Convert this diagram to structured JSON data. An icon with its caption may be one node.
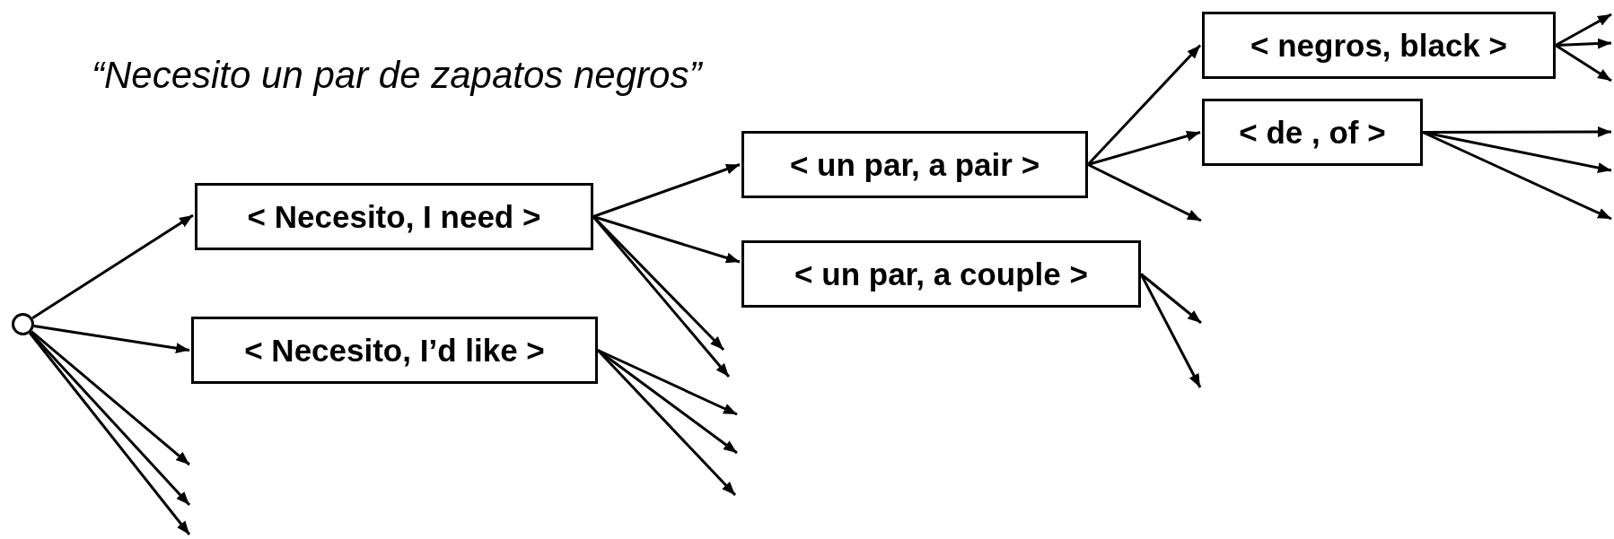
{
  "diagram": {
    "nodes": [
      {
        "text": [],
        "shape": "circle"
      },
      {
        "text": [
          "< Necesito, I need >"
        ]
      },
      {
        "text": [
          "< Necesito, I’d like >"
        ]
      },
      {
        "text": [
          "< un par, a pair >"
        ]
      },
      {
        "text": [
          "< un par, a couple >"
        ]
      },
      {
        "text": [
          "< negros, black >"
        ]
      },
      {
        "text": [
          "< de , of >"
        ]
      }
    ],
    "edges": [
      {
        "from": 0,
        "to": 1,
        "arrow": "to"
      },
      {
        "from": 0,
        "to": 2,
        "arrow": "to"
      },
      {
        "from": 0,
        "to": null,
        "arrow": "to"
      },
      {
        "from": 0,
        "to": null,
        "arrow": "to"
      },
      {
        "from": 0,
        "to": null,
        "arrow": "to"
      },
      {
        "from": 1,
        "to": 3,
        "arrow": "to"
      },
      {
        "from": 1,
        "to": 4,
        "arrow": "to"
      },
      {
        "from": 1,
        "to": null,
        "arrow": "to"
      },
      {
        "from": 1,
        "to": null,
        "arrow": "to"
      },
      {
        "from": 2,
        "to": null,
        "arrow": "to"
      },
      {
        "from": 2,
        "to": null,
        "arrow": "to"
      },
      {
        "from": 2,
        "to": null,
        "arrow": "to"
      },
      {
        "from": 3,
        "to": 5,
        "arrow": "to"
      },
      {
        "from": 3,
        "to": 6,
        "arrow": "to"
      },
      {
        "from": 3,
        "to": null,
        "arrow": "to"
      },
      {
        "from": 4,
        "to": null,
        "arrow": "to"
      },
      {
        "from": 4,
        "to": null,
        "arrow": "to"
      },
      {
        "from": 5,
        "to": null,
        "arrow": "to"
      },
      {
        "from": 5,
        "to": null,
        "arrow": "to"
      },
      {
        "from": 5,
        "to": null,
        "arrow": "to"
      },
      {
        "from": 6,
        "to": null,
        "arrow": "to"
      },
      {
        "from": 6,
        "to": null,
        "arrow": "to"
      },
      {
        "from": 6,
        "to": null,
        "arrow": "to"
      }
    ],
    "labels": [
      "“Necesito un par de zapatos negros”"
    ]
  }
}
